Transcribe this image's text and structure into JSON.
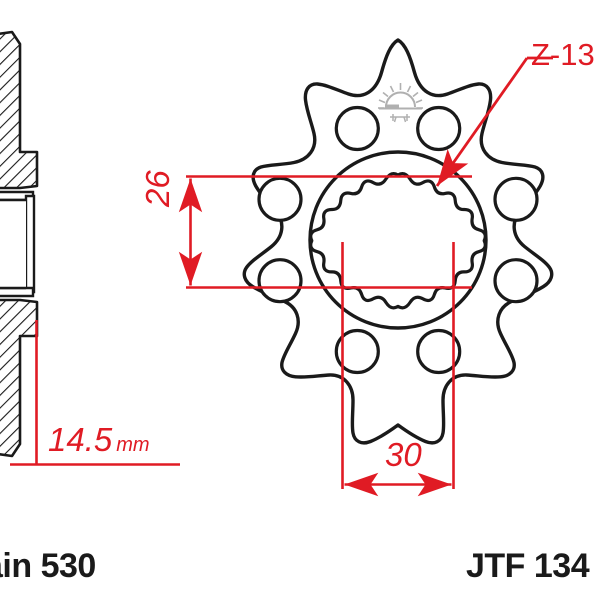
{
  "document": {
    "type": "technical-drawing",
    "subject": "motorcycle front sprocket",
    "background_color": "#ffffff",
    "line_color": "#1a1a1a",
    "dimension_color": "#e01b24",
    "watermark_color": "#9a9a9a"
  },
  "views": {
    "section_view": {
      "name": "side cross-section",
      "hatching": "45-degree section hatch",
      "cropped_at": "left edge"
    },
    "front_view": {
      "name": "front face of sprocket",
      "teeth_count": 13,
      "bolt_holes_count": 8,
      "center_bore": "splined"
    }
  },
  "annotations": {
    "tooth_count": {
      "text": "Z-13",
      "color": "#e01b24",
      "leader": "arrow pointing to splined center bore"
    },
    "thickness": {
      "value": "14.5",
      "unit": "mm",
      "color": "#e01b24"
    },
    "spline_height": {
      "value": "26",
      "orientation": "vertical",
      "color": "#e01b24"
    },
    "spline_width": {
      "value": "30",
      "orientation": "horizontal",
      "color": "#e01b24"
    }
  },
  "footer": {
    "chain_spec": "ain 530",
    "part_number": "JTF 134"
  },
  "watermark": {
    "name": "sunrise-logo",
    "description": "sunburst over horizon line with characters below"
  }
}
